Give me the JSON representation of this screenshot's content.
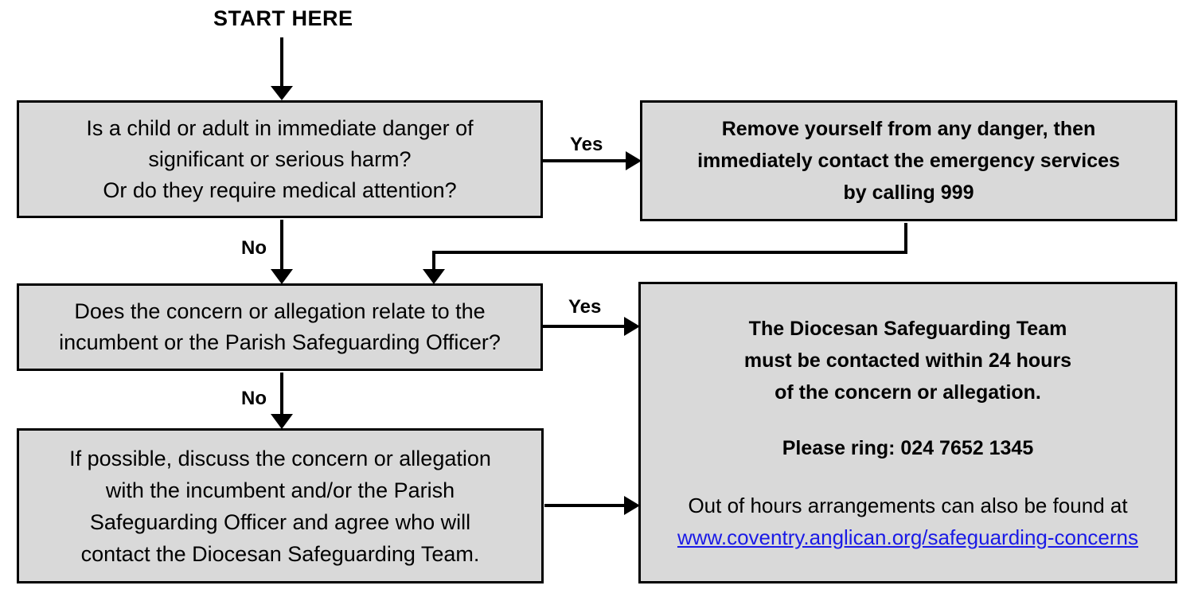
{
  "title": "Safeguarding concern or allegation flowchart",
  "colors": {
    "node_fill": "#d9d9d9",
    "node_border": "#000000",
    "text": "#000000",
    "link": "#1a1ae6",
    "background": "#ffffff"
  },
  "labels": {
    "start": "START HERE",
    "yes_1": "Yes",
    "no_1": "No",
    "yes_2": "Yes",
    "no_2": "No"
  },
  "nodes": {
    "danger": {
      "lines": [
        "Is a child or adult in immediate danger of",
        "significant or serious harm?",
        "Or do they require medical attention?"
      ]
    },
    "emergency": {
      "lines": [
        "Remove yourself from any danger, then",
        "immediately contact the emergency services",
        "by calling 999"
      ]
    },
    "relates": {
      "lines": [
        "Does the concern or allegation relate to the",
        "incumbent or the Parish Safeguarding Officer?"
      ]
    },
    "discuss": {
      "lines": [
        "If possible, discuss the concern or allegation",
        "with the incumbent and/or the Parish",
        "Safeguarding Officer and agree who will",
        "contact the Diocesan Safeguarding Team."
      ]
    },
    "dst": {
      "para1": [
        "The Diocesan Safeguarding Team",
        "must be contacted within 24 hours",
        "of the concern or allegation."
      ],
      "para2": [
        "Please ring: 024 7652 1345"
      ],
      "para3_prefix": "Out of hours arrangements can also be found at",
      "link_text": "www.coventry.anglican.org/safeguarding-concerns",
      "phone": "024 7652 1345"
    }
  }
}
